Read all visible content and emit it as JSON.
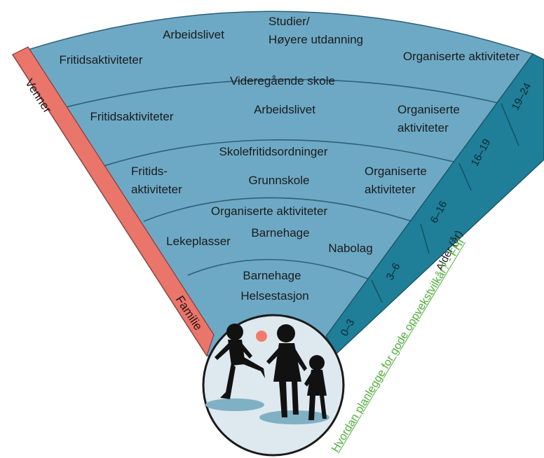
{
  "diagram": {
    "bands": [
      {
        "labels": [
          "Barnehage",
          "Helsestasjon"
        ]
      },
      {
        "labels": [
          "Organiserte aktiviteter",
          "Lekeplasser",
          "Barnehage",
          "Nabolag"
        ]
      },
      {
        "labels": [
          "Skolefritidsordninger",
          "Fritids-",
          "aktiviteter",
          "Grunnskole",
          "Organiserte",
          "aktiviteter"
        ]
      },
      {
        "labels": [
          "Videregående skole",
          "Fritidsaktiviteter",
          "Arbeidslivet",
          "Organiserte",
          "aktiviteter"
        ]
      },
      {
        "labels": [
          "Studier/",
          "Høyere utdanning",
          "Arbeidslivet",
          "Fritidsaktiviteter",
          "Organiserte aktiviteter"
        ]
      }
    ],
    "ages": [
      "0–3",
      "3–6",
      "6–16",
      "16–19",
      "19–24"
    ],
    "age_axis_label": "Alder (år)",
    "side_labels": {
      "top": "Venner",
      "bottom": "Familie"
    }
  },
  "source_link": "Hvordan planlegge for gode oppvekstvilkår? - FHI",
  "colors": {
    "band_fill": "#6da9c5",
    "band_line": "#2f5f73",
    "age_strip": "#1f7e98",
    "side_strip": "#e9756b",
    "circle_fill": "#dde9ee",
    "silhouette": "#111111",
    "ball": "#f37b6b",
    "link": "#4fae3a"
  }
}
